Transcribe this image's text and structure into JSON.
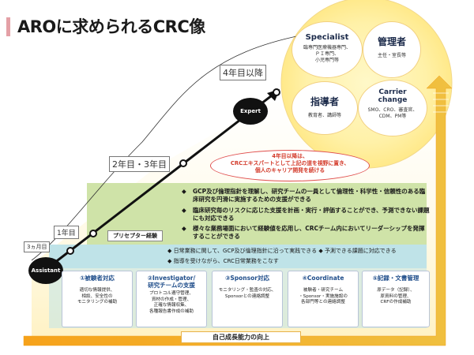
{
  "title": "AROに求められるCRC像",
  "milestones": {
    "m3": "3ヵ月目",
    "y1": "1年目",
    "y23": "2年目・3年目",
    "y4": "4年目以降"
  },
  "nodes": {
    "assistant": "Assistant",
    "expert": "Expert"
  },
  "circles": [
    {
      "title": "Specialist",
      "desc": [
        "臨専門医療機器専門、",
        "ＰＩ専門、",
        "小児専門等"
      ]
    },
    {
      "title": "管理者",
      "desc": [
        "主任・室長等"
      ]
    },
    {
      "title": "指導者",
      "desc": [
        "教育者、講師等"
      ]
    },
    {
      "title": "Carrier change",
      "desc": [
        "SMO、CRO、審査官、",
        "CDM、PM等"
      ]
    }
  ],
  "oval_lines": [
    "4年目以降は、",
    "CRCエキスパートとして上記の道を視野に置き、",
    "個人のキャリア開発を続ける"
  ],
  "bullets_upper": [
    "GCP及び倫理指針を理解し、研究チームの一員として倫理性・科学性・信頼性のある臨床研究を円滑に実施するための支援ができる",
    "臨床研究毎のリスクに応じた支援を計画・実行・評価することができ、予測できない課題にも対応できる",
    "様々な業務場面において経験値を応用し、CRCチーム内においてリーダーシップを発揮することができる"
  ],
  "preceptor": "プリセプター経験",
  "bullets_lower": [
    "◆ 日常業務に関して、GCP及び倫理指針に沿って実践できる ◆ 予測できる課題に対応できる",
    "◆ 指導を受けながら、CRC日常業務をこなす"
  ],
  "boxes": [
    {
      "title": [
        "①被験者対応"
      ],
      "desc": [
        "適切な情報提供、",
        "相談、安全性の",
        "モニタリングの補助"
      ]
    },
    {
      "title": [
        "②Investigator/",
        "研究チームの支援"
      ],
      "desc": [
        "プロトコル遵守管理、",
        "資材の作成・管理、",
        "正確な情報収集、",
        "各種報告書作成の補助"
      ]
    },
    {
      "title": [
        "③Sponsor対応"
      ],
      "desc": [
        "モニタリング・監査の対応、",
        "Sponsorとの連絡調整"
      ]
    },
    {
      "title": [
        "④Coordinate"
      ],
      "desc": [
        "被験者・研究チーム",
        "・Sponsor・実施施設の",
        "各部門等との連絡調整"
      ]
    },
    {
      "title": [
        "⑤記録・文書管理"
      ],
      "desc": [
        "原データ（記録）、",
        "原資料の管理、",
        "CRFの作成補助"
      ]
    }
  ],
  "growth": "自己成長能力の向上",
  "colors": {
    "band_top": "#cfe3a8",
    "band_bottom": "#bfe3e8",
    "arrow": "#f0a020",
    "glow": "#fff3b0"
  }
}
